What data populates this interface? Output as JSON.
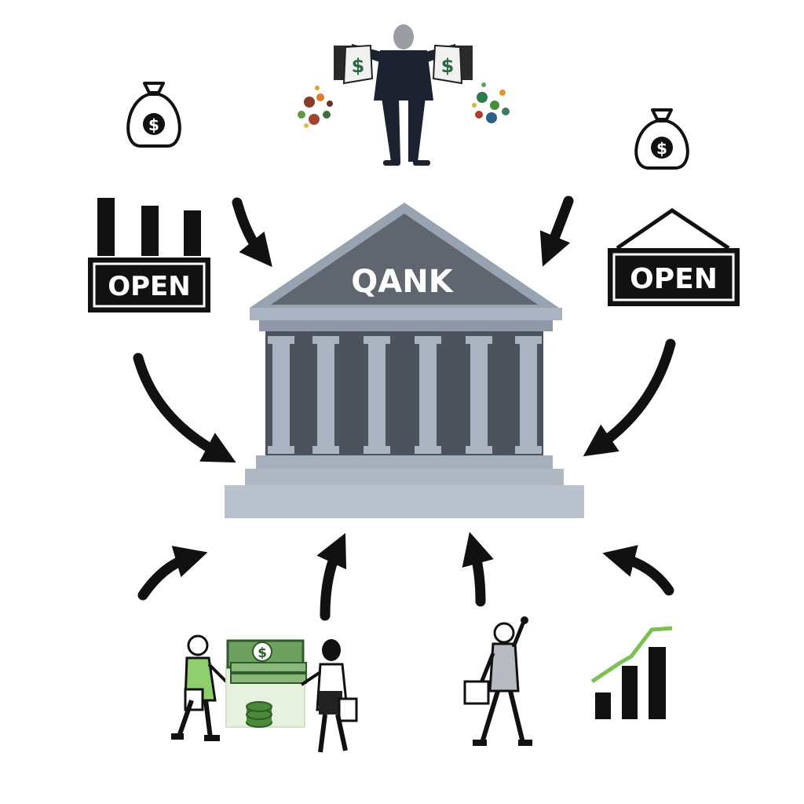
{
  "bank": {
    "name": "QANK",
    "colors": {
      "roof": "#5f6670",
      "roof_edge": "#98a3b1",
      "column": "#a9b3c2",
      "wall": "#4d535c",
      "steps": "#b0b8c4"
    }
  },
  "signs": {
    "left": {
      "text": "OPEN"
    },
    "right": {
      "text": "OPEN"
    }
  },
  "money_bags": {
    "symbol": "$"
  },
  "bills": {
    "symbol": "$"
  },
  "palette": {
    "ink": "#111111",
    "cash_green": "#6ea060",
    "growth_green": "#7cbf52",
    "shirt_green": "#8fce6c"
  },
  "icons": [
    "money-bag-icon",
    "factory-icon",
    "open-sign-icon",
    "bank-icon",
    "person-with-money-bags-icon",
    "cash-stack-icon",
    "coin-stack-icon",
    "shopper-icon",
    "growth-chart-icon",
    "arrow-icon"
  ]
}
